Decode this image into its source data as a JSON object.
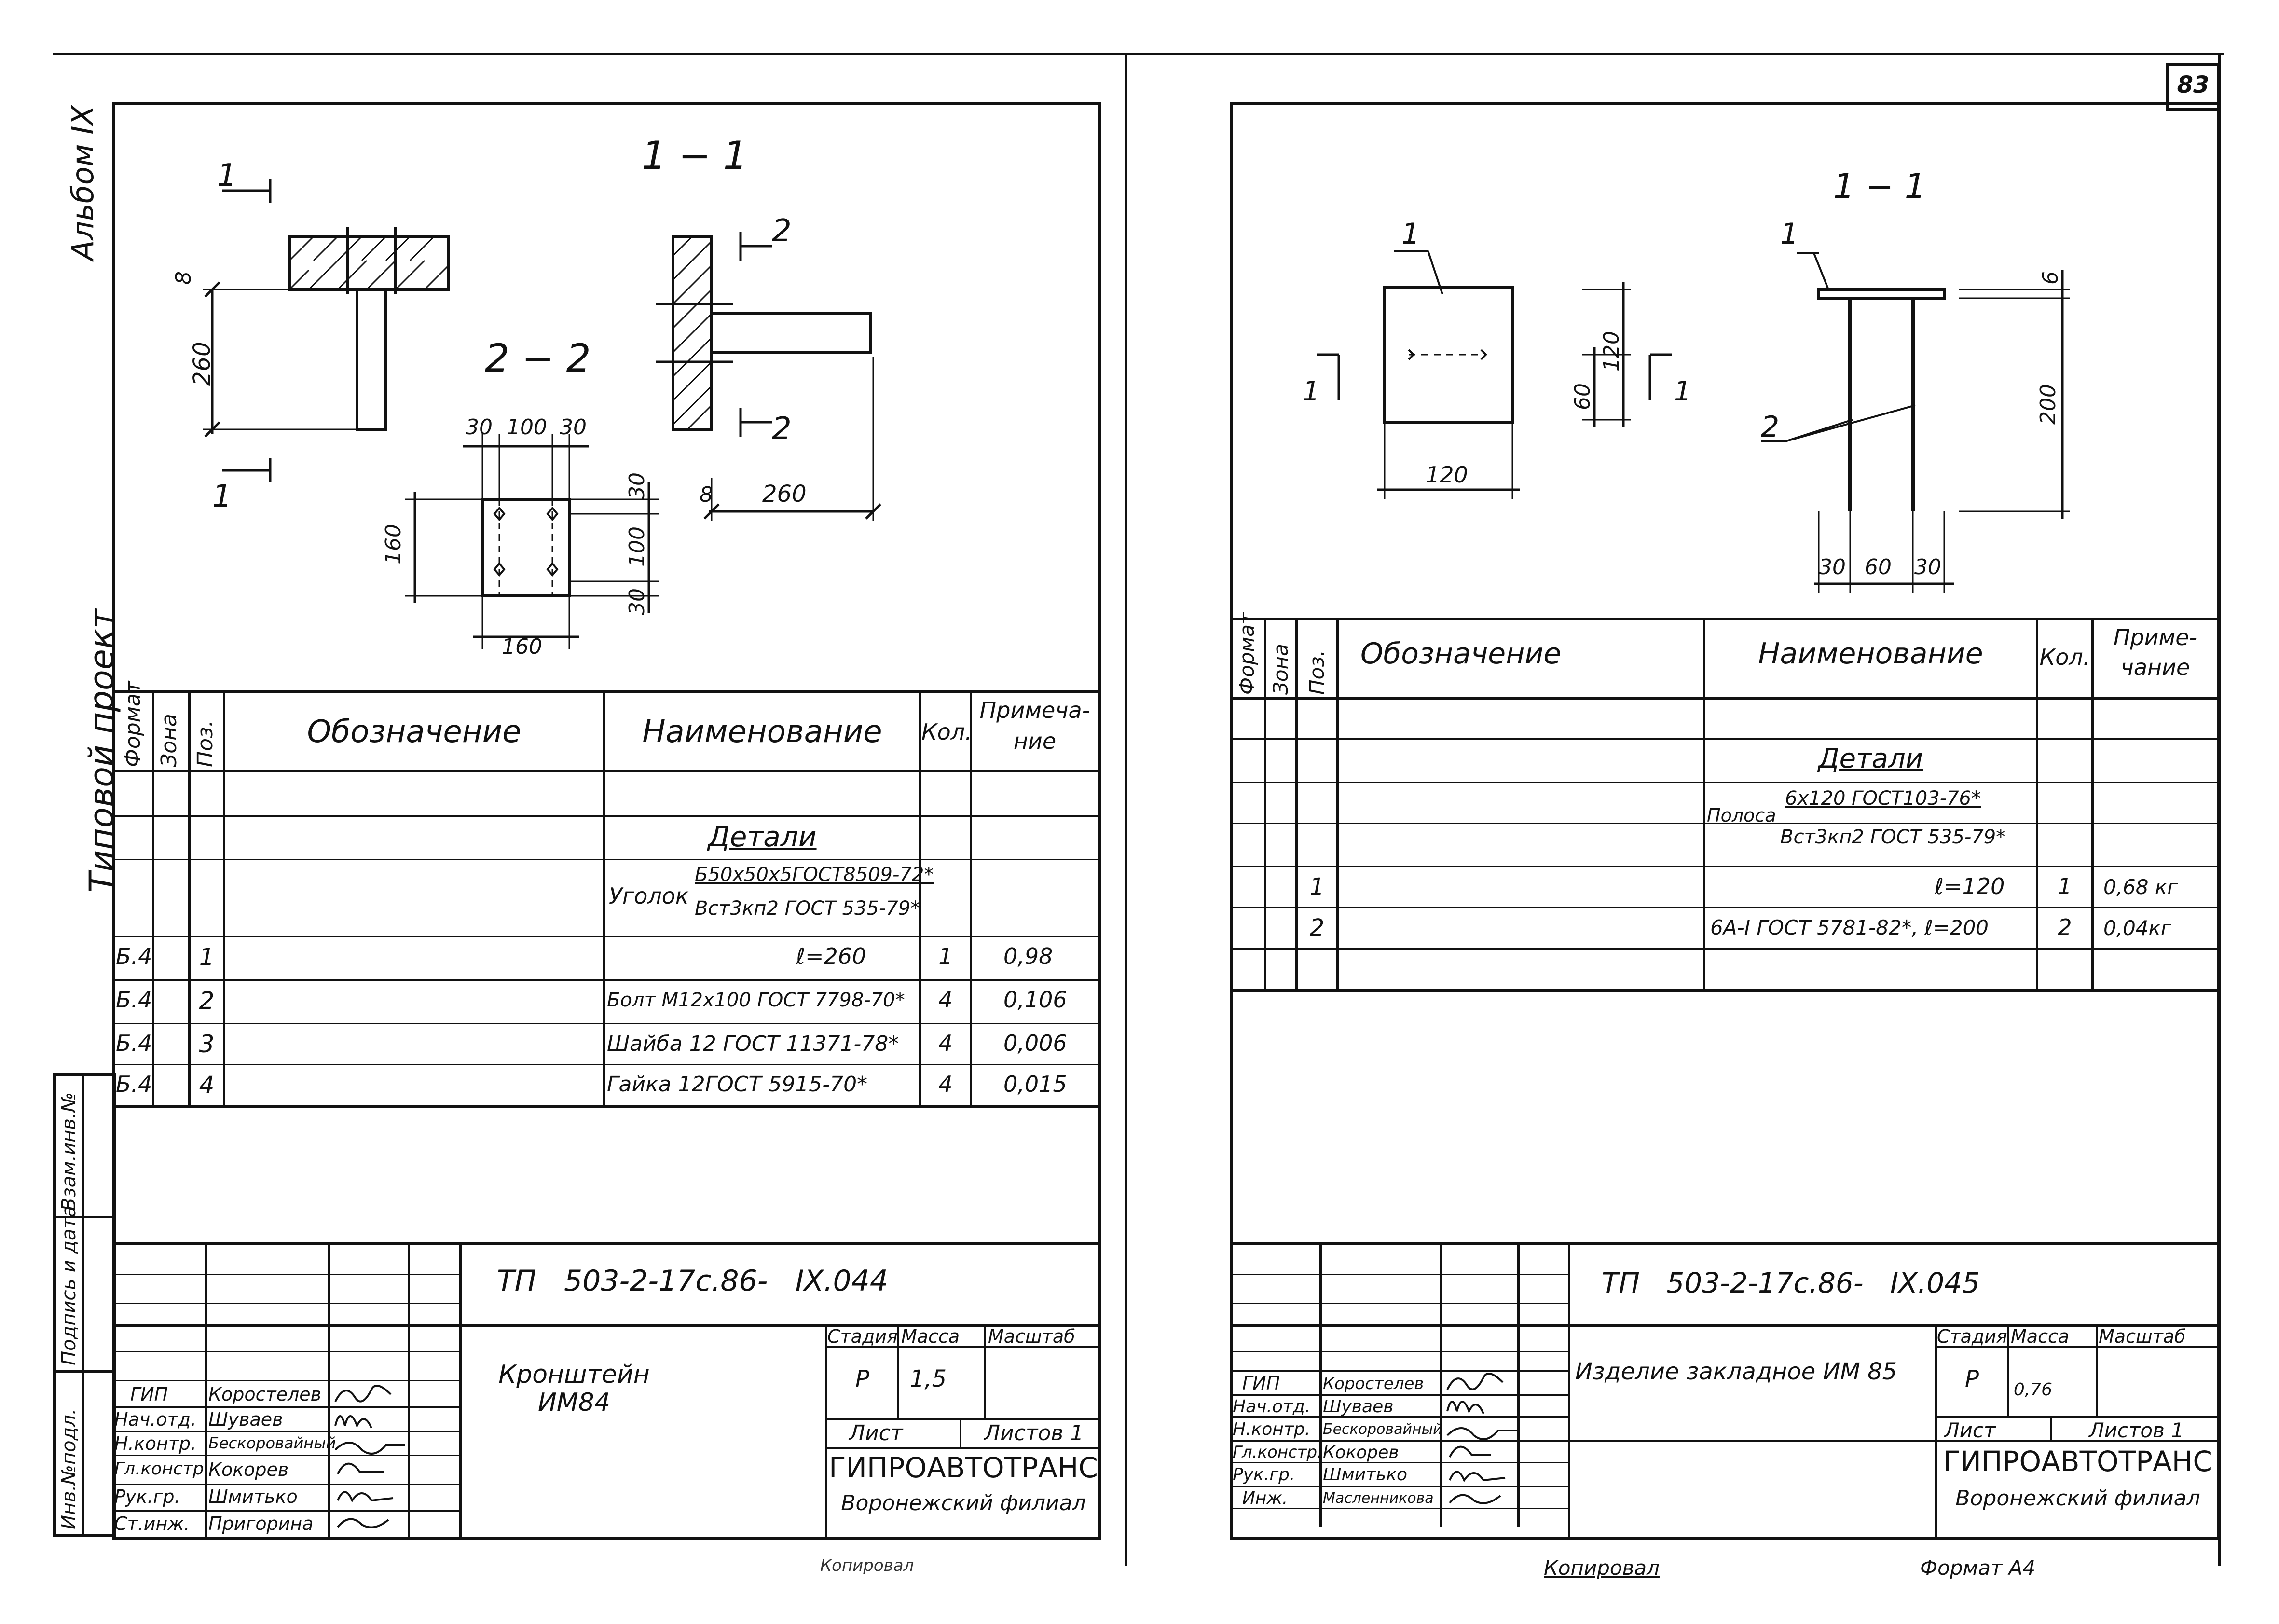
{
  "page_number": "83",
  "sidebar": {
    "album": "Альбом IX",
    "project": "Типовой проект",
    "inv_podl": "Инв.№подл.",
    "podpis": "Подпись и дата",
    "vzam": "Взам.инв.№"
  },
  "left": {
    "section_1_1": "1 − 1",
    "section_2_2": "2 − 2",
    "marks": {
      "s1": "1",
      "s2": "2"
    },
    "dims": {
      "d8": "8",
      "d260": "260",
      "d30": "30",
      "d100": "100",
      "d160": "160",
      "d260b": "260",
      "d8b": "8",
      "d30b": "30",
      "d100b": "100",
      "d30c": "30",
      "d160b": "160",
      "d30d": "30"
    },
    "table": {
      "headers": {
        "format": "Формат",
        "zone": "Зона",
        "pos": "Поз.",
        "designation": "Обозначение",
        "name": "Наименование",
        "qty": "Кол.",
        "note": "Примеча-ние"
      },
      "section": "Детали",
      "ugolok_label": "Уголок",
      "ugolok_line1": "Б50х50х5ГОСТ8509-72*",
      "ugolok_line2": "Вст3кп2 ГОСТ 535-79*",
      "rows": [
        {
          "fmt": "Б.4",
          "pos": "1",
          "name": "ℓ=260",
          "qty": "1",
          "note": "0,98"
        },
        {
          "fmt": "Б.4",
          "pos": "2",
          "name": "Болт М12х100 ГОСТ 7798-70*",
          "qty": "4",
          "note": "0,106"
        },
        {
          "fmt": "Б.4",
          "pos": "3",
          "name": "Шайба 12 ГОСТ 11371-78*",
          "qty": "4",
          "note": "0,006"
        },
        {
          "fmt": "Б.4",
          "pos": "4",
          "name": "Гайка 12ГОСТ 5915-70*",
          "qty": "4",
          "note": "0,015"
        }
      ]
    },
    "title_block": {
      "code": "ТП   503-2-17с.86-   IX.044",
      "item_name": "Кронштейн ИМ84",
      "stage_label": "Стадия",
      "mass_label": "Масса",
      "scale_label": "Масштаб",
      "stage": "Р",
      "mass": "1,5",
      "sheet_label": "Лист",
      "sheets_label": "Листов 1",
      "org": "ГИПРОАВТОТРАНС",
      "branch": "Воронежский филиал",
      "staff": [
        {
          "role": "ГИП",
          "name": "Коростелев"
        },
        {
          "role": "Нач.отд.",
          "name": "Шуваев"
        },
        {
          "role": "Н.контр.",
          "name": "Бескоровайный"
        },
        {
          "role": "Гл.констр.",
          "name": "Кокорев"
        },
        {
          "role": "Рук.гр.",
          "name": "Шмитько"
        },
        {
          "role": "Ст.инж.",
          "name": "Пригорина"
        }
      ]
    },
    "footer_note": "Копировал"
  },
  "right": {
    "section_1_1": "1 − 1",
    "marks": {
      "m1": "1",
      "m1b": "1",
      "m2": "2",
      "cut1a": "1",
      "cut1b": "1"
    },
    "dims": {
      "d120": "120",
      "d60": "60",
      "d120w": "120",
      "d6": "6",
      "d200": "200",
      "d30a": "30",
      "d60b": "60",
      "d30b": "30"
    },
    "table": {
      "headers": {
        "format": "Формат",
        "zone": "Зона",
        "pos": "Поз.",
        "designation": "Обозначение",
        "name": "Наименование",
        "qty": "Кол.",
        "note": "Приме-чание"
      },
      "section": "Детали",
      "polosa_label": "Полоса",
      "polosa_line1": "6х120 ГОСТ103-76*",
      "polosa_line2": "Вст3кп2 ГОСТ 535-79*",
      "rows": [
        {
          "pos": "1",
          "name": "ℓ=120",
          "qty": "1",
          "note": "0,68 кг"
        },
        {
          "pos": "2",
          "name": "6А-I ГОСТ 5781-82*, ℓ=200",
          "qty": "2",
          "note": "0,04кг"
        }
      ]
    },
    "title_block": {
      "code": "ТП   503-2-17с.86-   IX.045",
      "item_name": "Изделие закладное ИМ 85",
      "stage_label": "Стадия",
      "mass_label": "Масса",
      "scale_label": "Масштаб",
      "stage": "Р",
      "mass": "0,76",
      "sheet_label": "Лист",
      "sheets_label": "Листов 1",
      "org": "ГИПРОАВТОТРАНС",
      "branch": "Воронежский филиал",
      "staff": [
        {
          "role": "ГИП",
          "name": "Коростелев"
        },
        {
          "role": "Нач.отд.",
          "name": "Шуваев"
        },
        {
          "role": "Н.контр.",
          "name": "Бескоровайный"
        },
        {
          "role": "Гл.констр.",
          "name": "Кокорев"
        },
        {
          "role": "Рук.гр.",
          "name": "Шмитько"
        },
        {
          "role": "Инж.",
          "name": "Масленникова"
        }
      ]
    },
    "footer_copy": "Копировал",
    "footer_format": "Формат А4"
  }
}
